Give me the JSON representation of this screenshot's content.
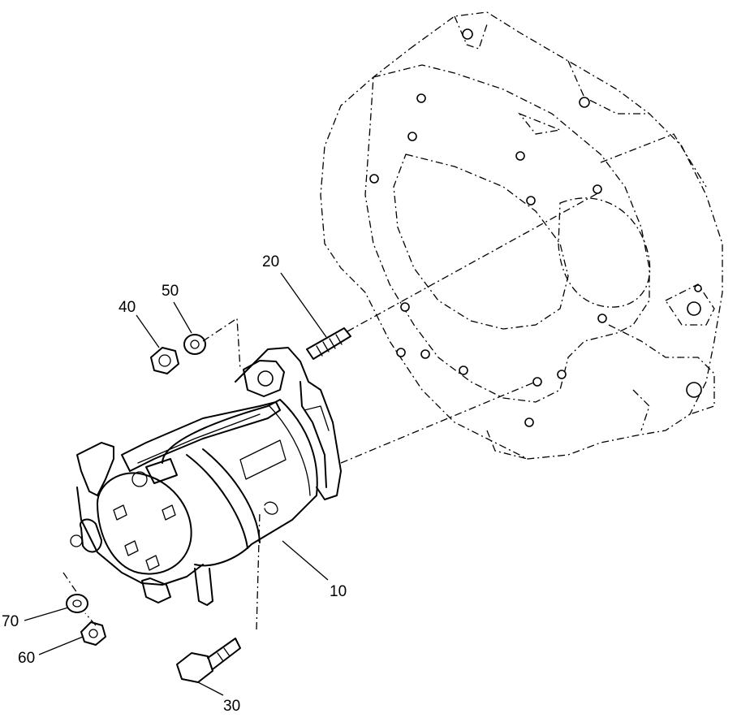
{
  "callouts": [
    {
      "id": "10",
      "label": "10"
    },
    {
      "id": "20",
      "label": "20"
    },
    {
      "id": "30",
      "label": "30"
    },
    {
      "id": "40",
      "label": "40"
    },
    {
      "id": "50",
      "label": "50"
    },
    {
      "id": "60",
      "label": "60"
    },
    {
      "id": "70",
      "label": "70"
    }
  ],
  "colors": {
    "line": "#000000",
    "background": "#ffffff"
  }
}
